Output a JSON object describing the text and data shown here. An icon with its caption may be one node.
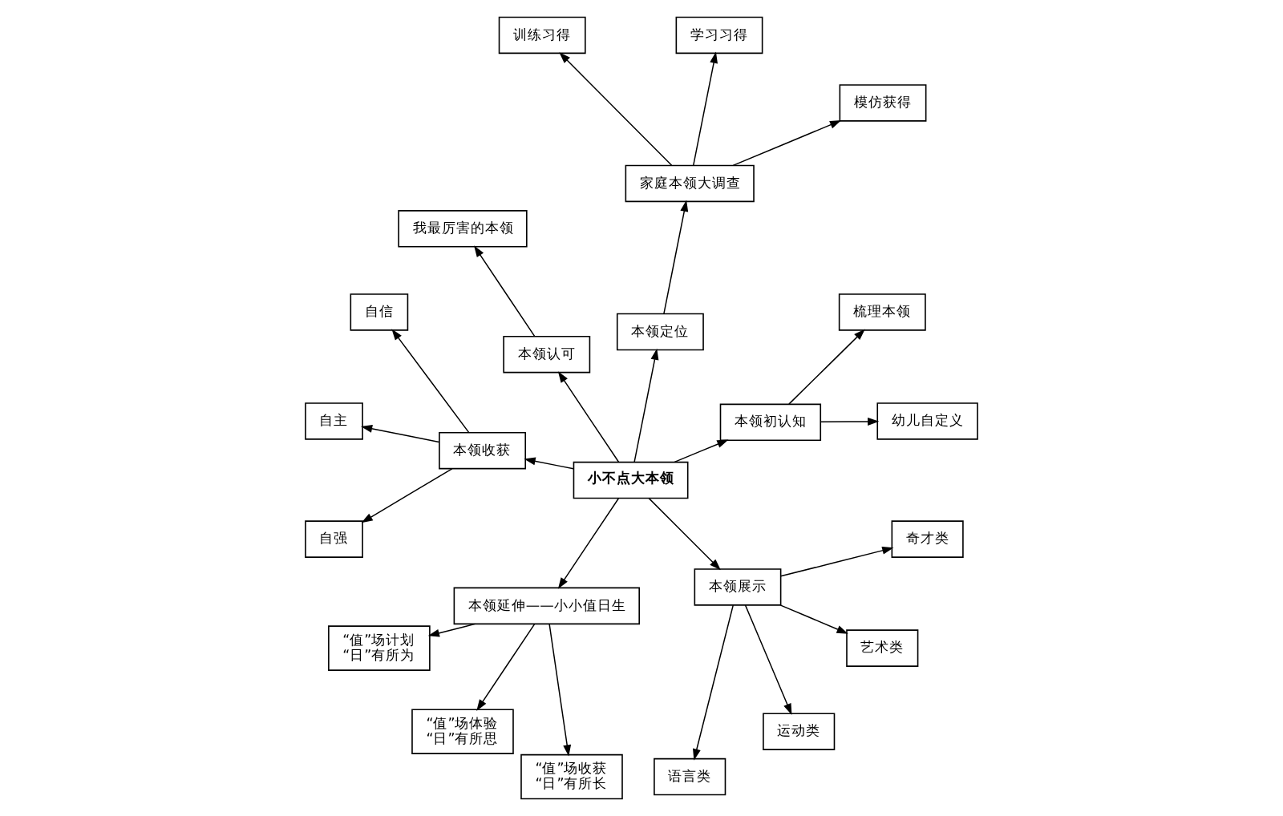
{
  "diagram": {
    "nodes": [
      {
        "text": [
          "小不点大本领"
        ]
      },
      {
        "text": [
          "本领初认知"
        ]
      },
      {
        "text": [
          "幼儿自定义"
        ]
      },
      {
        "text": [
          "梳理本领"
        ]
      },
      {
        "text": [
          "本领定位"
        ]
      },
      {
        "text": [
          "家庭本领大调查"
        ]
      },
      {
        "text": [
          "模仿获得"
        ]
      },
      {
        "text": [
          "学习习得"
        ]
      },
      {
        "text": [
          "训练习得"
        ]
      },
      {
        "text": [
          "本领认可"
        ]
      },
      {
        "text": [
          "我最厉害的本领"
        ]
      },
      {
        "text": [
          "本领收获"
        ]
      },
      {
        "text": [
          "自信"
        ]
      },
      {
        "text": [
          "自主"
        ]
      },
      {
        "text": [
          "自强"
        ]
      },
      {
        "text": [
          "本领延伸——小小值日生"
        ]
      },
      {
        "text": [
          "“值”场计划",
          "“日”有所为"
        ]
      },
      {
        "text": [
          "“值”场体验",
          "“日”有所思"
        ]
      },
      {
        "text": [
          "“值”场收获",
          "“日”有所长"
        ]
      },
      {
        "text": [
          "本领展示"
        ]
      },
      {
        "text": [
          "语言类"
        ]
      },
      {
        "text": [
          "运动类"
        ]
      },
      {
        "text": [
          "艺术类"
        ]
      },
      {
        "text": [
          "奇才类"
        ]
      }
    ],
    "edges": [
      {
        "from": 0,
        "to": 1,
        "arrow": "to"
      },
      {
        "from": 1,
        "to": 2,
        "arrow": "to"
      },
      {
        "from": 1,
        "to": 3,
        "arrow": "to"
      },
      {
        "from": 0,
        "to": 4,
        "arrow": "to"
      },
      {
        "from": 4,
        "to": 5,
        "arrow": "to"
      },
      {
        "from": 5,
        "to": 6,
        "arrow": "to"
      },
      {
        "from": 5,
        "to": 7,
        "arrow": "to"
      },
      {
        "from": 5,
        "to": 8,
        "arrow": "to"
      },
      {
        "from": 0,
        "to": 9,
        "arrow": "to"
      },
      {
        "from": 9,
        "to": 10,
        "arrow": "to"
      },
      {
        "from": 0,
        "to": 11,
        "arrow": "to"
      },
      {
        "from": 11,
        "to": 12,
        "arrow": "to"
      },
      {
        "from": 11,
        "to": 13,
        "arrow": "to"
      },
      {
        "from": 11,
        "to": 14,
        "arrow": "to"
      },
      {
        "from": 0,
        "to": 15,
        "arrow": "to"
      },
      {
        "from": 15,
        "to": 16,
        "arrow": "to"
      },
      {
        "from": 15,
        "to": 17,
        "arrow": "to"
      },
      {
        "from": 15,
        "to": 18,
        "arrow": "to"
      },
      {
        "from": 0,
        "to": 19,
        "arrow": "to"
      },
      {
        "from": 19,
        "to": 20,
        "arrow": "to"
      },
      {
        "from": 19,
        "to": 21,
        "arrow": "to"
      },
      {
        "from": 19,
        "to": 22,
        "arrow": "to"
      },
      {
        "from": 19,
        "to": 23,
        "arrow": "to"
      }
    ]
  }
}
